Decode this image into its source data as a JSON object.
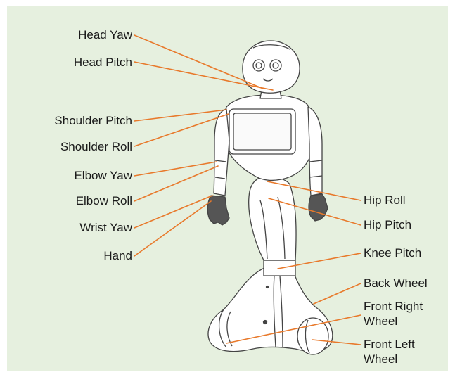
{
  "colors": {
    "background": "#e6f0df",
    "leader": "#e8792b",
    "outline": "#444444"
  },
  "labels": {
    "head_yaw": "Head Yaw",
    "head_pitch": "Head Pitch",
    "shoulder_pitch": "Shoulder Pitch",
    "shoulder_roll": "Shoulder Roll",
    "elbow_yaw": "Elbow Yaw",
    "elbow_roll": "Elbow Roll",
    "wrist_yaw": "Wrist Yaw",
    "hand": "Hand",
    "hip_roll": "Hip Roll",
    "hip_pitch": "Hip Pitch",
    "knee_pitch": "Knee Pitch",
    "back_wheel": "Back Wheel",
    "front_right_wheel_1": "Front Right",
    "front_right_wheel_2": "Wheel",
    "front_left_wheel_1": "Front Left",
    "front_left_wheel_2": "Wheel"
  }
}
